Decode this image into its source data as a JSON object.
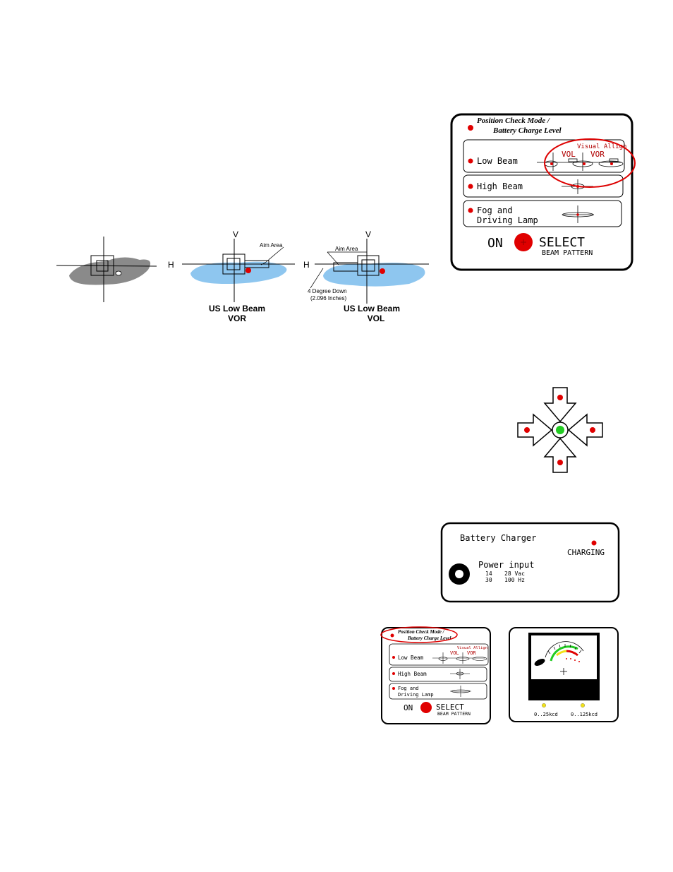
{
  "panel_large": {
    "title_line1": "Position Check Mode /",
    "title_line2": "Battery Charge Level",
    "visual_align_label": "Visual Allign",
    "vol_label": "VOL",
    "vor_label": "VOR",
    "low_beam_label": "Low  Beam",
    "high_beam_label": "High  Beam",
    "fog_line1": "Fog  and",
    "fog_line2": "Driving  Lamp",
    "on_label": "ON",
    "select_label": "SELECT",
    "beam_pattern_label": "BEAM  PATTERN"
  },
  "beam_diagram": {
    "v_label": "V",
    "h_label": "H",
    "aim_area_label": "Aim Area",
    "degree_down_line1": "4 Degree Down",
    "degree_down_line2": "(2.096 Inches)",
    "vor_caption_line1": "US Low Beam",
    "vor_caption_line2": "VOR",
    "vol_caption_line1": "US Low Beam",
    "vol_caption_line2": "VOL"
  },
  "charger_panel": {
    "title": "Battery Charger",
    "charging_label": "CHARGING",
    "power_input_label": "Power  input",
    "row1_a": "14",
    "row1_b": "28  Vac",
    "row2_a": "30",
    "row2_b": "100  Hz"
  },
  "panel_small": {
    "title_line1": "Position Check Mode /",
    "title_line2": "Battery Charge Level",
    "visual_align_label": "Visual  Allign",
    "vol_label": "VOL",
    "vor_label": "VOR",
    "low_beam_label": "Low  Beam",
    "high_beam_label": "High  Beam",
    "fog_line1": "Fog  and",
    "fog_line2": "Driving  Lamp",
    "on_label": "ON",
    "select_label": "SELECT",
    "beam_pattern_label": "BEAM  PATTERN"
  },
  "meter_panel": {
    "left_range": "0..25kcd",
    "right_range": "0..125kcd"
  },
  "colors": {
    "indicator_red": "#e00000",
    "indicator_green": "#22cc22",
    "indicator_yellow": "#f2e21a",
    "highlight_red": "#dd0000",
    "beam_blue": "#8ec6ef",
    "beam_gray": "#8a8a8a"
  }
}
